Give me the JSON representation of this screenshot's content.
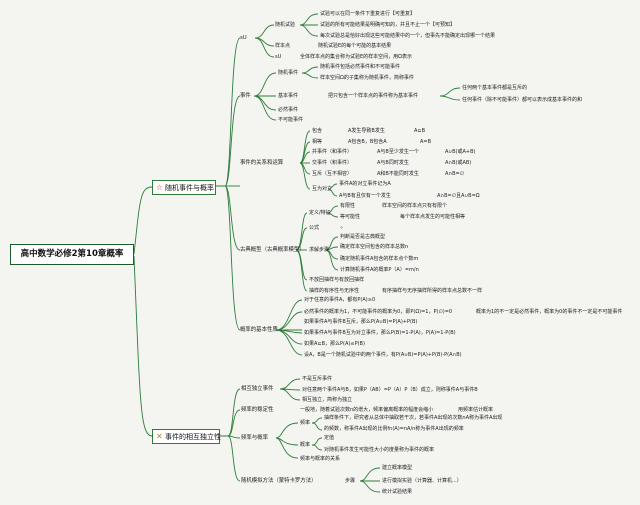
{
  "root": "高中数学必修2第10章概率",
  "branch1": {
    "title": "随机事件与概率",
    "icon": "star-icon",
    "groups": [
      {
        "label": "sU",
        "items": [
          {
            "label": "随机试验",
            "items": [
              "试验可以在同一条件下重复进行【可重复】",
              "试验的所有可能结果是明确可知的，并且不止一个【可预知】",
              "每次试验总是恰好出现这些可能结果中的一个，但事先不能确定出现哪一个结果"
            ]
          },
          {
            "label": "样本点",
            "detail": "随机试验E的每个可能的基本结果"
          },
          {
            "label": "sU",
            "detail": "全体样本点的集合称为试验E的样本空间，用Ω表示"
          }
        ]
      },
      {
        "label": "事件",
        "items": [
          {
            "label": "随机事件",
            "lines": [
              "随机事件包括必然事件和不可能事件",
              "样本空间Ω的子集称为随机事件，简称事件"
            ]
          },
          {
            "label": "基本事件",
            "detail": "把只包含一个样本点的事件称为基本事件",
            "notes": [
              "任何两个基本事件都是互斥的",
              "任何事件（除不可能事件）都可以表示成基本事件的和"
            ]
          },
          {
            "label": "必然事件"
          },
          {
            "label": "不可能事件"
          }
        ]
      },
      {
        "label": "事件的关系和运算",
        "items": [
          {
            "label": "包含",
            "detail": "A发生导致B发生",
            "sym": "A⊆B"
          },
          {
            "label": "相等",
            "detail": "A包含B，B包含A",
            "sym": "A=B"
          },
          {
            "label": "并事件（和事件）",
            "detail": "A与B至少发生一个",
            "sym": "A∪B(或A+B)"
          },
          {
            "label": "交事件（积事件）",
            "detail": "A与B同时发生",
            "sym": "A∩B(或AB)"
          },
          {
            "label": "互斥（互不相容）",
            "detail": "A和B不能同时发生",
            "sym": "A∩B=∅"
          },
          {
            "label": "互为对立",
            "lines": [
              "事件A的对立事件记为A",
              "A与B有且仅有一个发生"
            ],
            "sym": "A∩B=∅且A∪B=Ω"
          }
        ]
      },
      {
        "label": "古典概型（古典概率模型）",
        "items": [
          {
            "label": "定义/特征",
            "lines": [
              [
                "有限性",
                "样本空间的样本点只有有限个"
              ],
              [
                "等可能性",
                "每个样本点发生的可能性相等"
              ]
            ]
          },
          {
            "label": "公式",
            "detail": "∘"
          },
          {
            "label": "求解步骤",
            "lines": [
              "判断是否是古典概型",
              "确定样本空间包含的样本总数n",
              "确定随机事件A包含的样本点个数m",
              "计算随机事件A的概率P（A）=m/n"
            ]
          },
          {
            "label": "不放回抽样与有放回抽样"
          },
          {
            "label": "抽样的有序性与无序性",
            "detail": "有序抽样与无序抽样所得的样本点总数不一样"
          }
        ]
      },
      {
        "label": "概率的基本性质",
        "items": [
          "对于任意的事件A，都有P(A)≥0",
          "必然事件的概率为1，不可能事件的概率为0，即P(Ω)=1，P(∅)=0",
          "如果事件A与事件B互斥，那么P(A∪B)=P(A)+P(B)",
          "如果事件A与事件B互为对立事件，那么P(B)=1-P(A)，P(A)=1-P(B)",
          "如果A⊆B，那么P(A)≤P(B)",
          "设A，B是一个随机试验中的两个事件，有P(A∪B)=P(A)+P(B)-P(A∩B)"
        ],
        "extra": "概率为1的不一定是必然事件，概率为0的事件不一定是不可能事件"
      }
    ]
  },
  "branch2": {
    "title": "事件的相互独立性",
    "icon": "tools-icon",
    "groups": [
      {
        "label": "相互独立事件",
        "items": [
          "不是互斥事件",
          "对任意两个事件A与B，如果P（AB）=P（A）P（B）成立，则称事件A与事件B",
          "相互独立，简称为独立"
        ]
      },
      {
        "label": "频率的稳定性",
        "detail": "一般地，随着试验次数n的增大，频率偏离概率的幅度会缩小",
        "note": "用频率估计概率"
      },
      {
        "label": "频率与概率",
        "items": [
          {
            "label": "频率",
            "lines": [
              "抽样条件下，研究者从总体中抽取若干次，若事件A出现的次数nA称为事件A出现",
              "的频数，称事件A出现的比例fn(A)=nA/n称为事件A出现的频率"
            ]
          },
          {
            "label": "概率",
            "lines": [
              "定值",
              "对随机事件发生可能性大小的度量称为事件的概率"
            ]
          },
          {
            "label": "频率与概率的关系"
          }
        ]
      },
      {
        "label": "随机模拟方法（蒙特卡罗方法）",
        "step": "步骤",
        "items": [
          "建立概率模型",
          "进行模拟实验（计算器、计算机...）",
          "统计试验结果"
        ]
      }
    ]
  }
}
